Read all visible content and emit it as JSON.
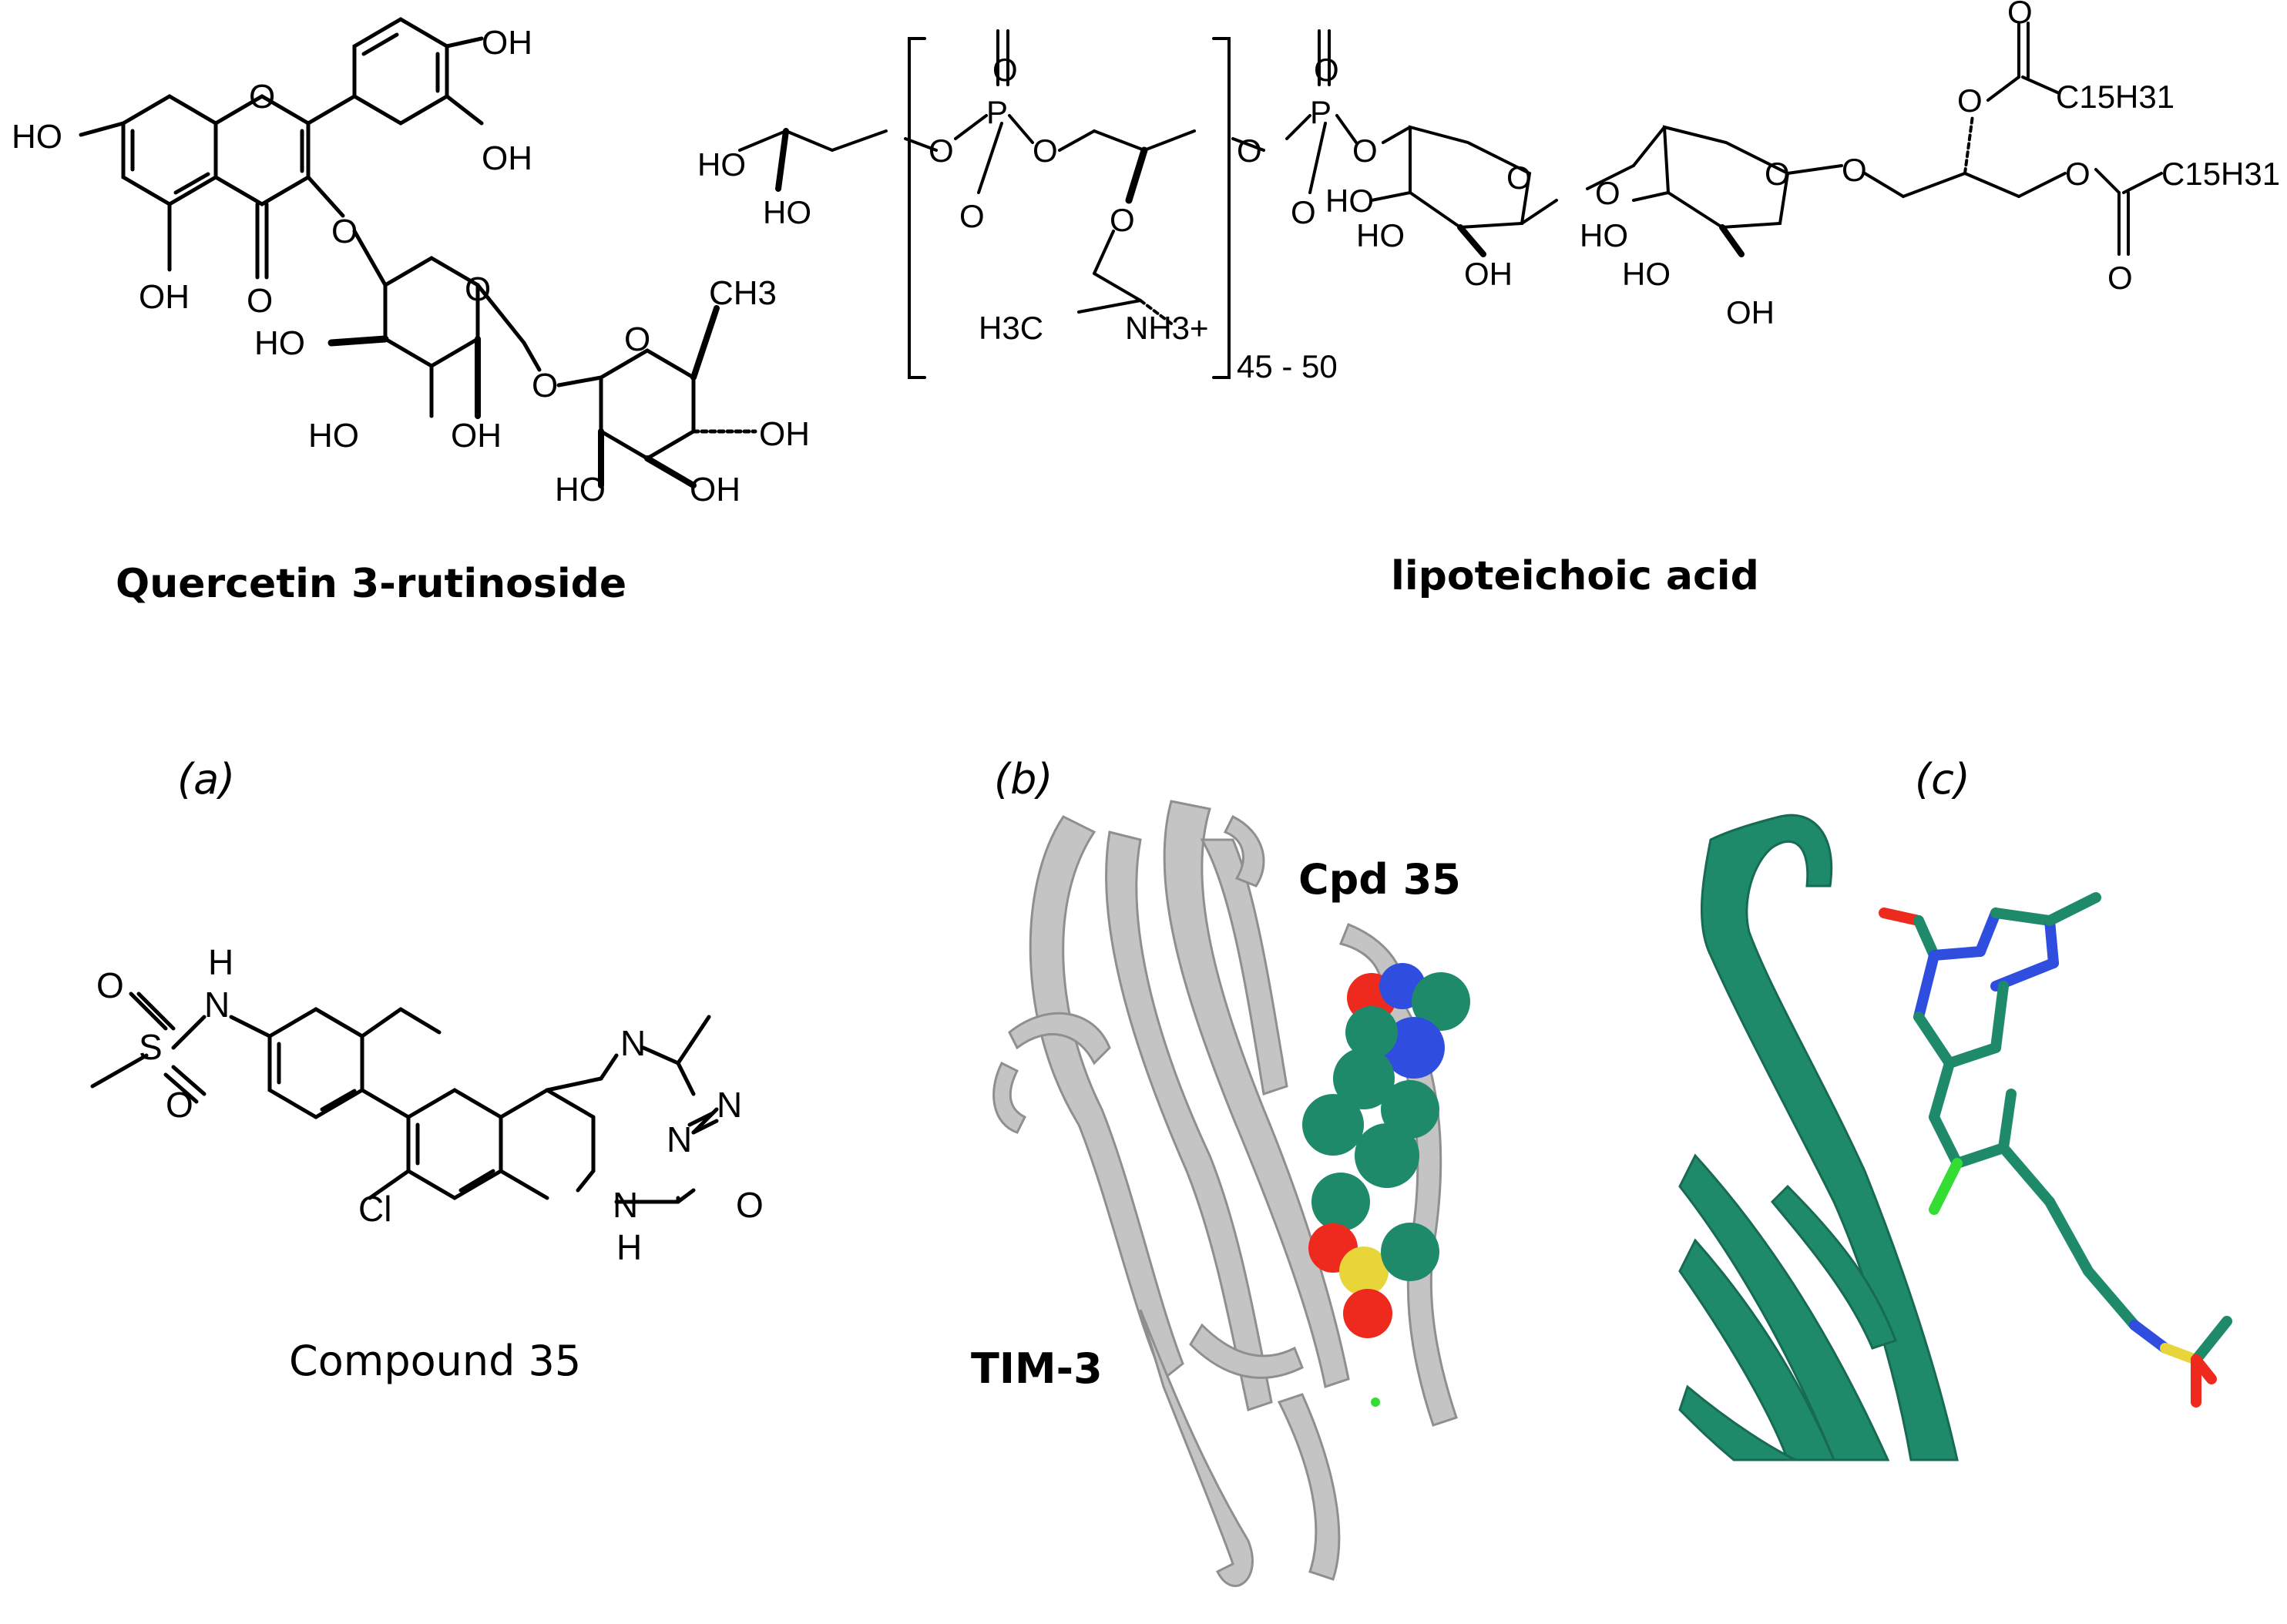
{
  "figure": {
    "top_left": {
      "name": "Quercetin 3-rutinoside",
      "atoms": {
        "oh1": "OH",
        "ho7": "HO",
        "oh2": "OH",
        "oh5": "OH",
        "ring_o1": "O",
        "ring_o2": "O",
        "ring_o3": "O",
        "ring_o4": "O",
        "keto_o": "O",
        "link_o": "O",
        "ho_a": "HO",
        "ho_b": "HO",
        "oh_c": "OH",
        "ch3": "CH3",
        "oh_d": "OH",
        "ho_e": "HO",
        "oh_f": "OH"
      }
    },
    "top_right": {
      "name": "lipoteichoic acid",
      "repeat": "45 - 50",
      "atoms": {
        "ho1": "HO",
        "ho2": "HO",
        "o1": "O",
        "p1": "P",
        "o2": "O",
        "o3": "O",
        "o4": "O",
        "o5": "O",
        "h3c": "H3C",
        "nh3": "NH3+",
        "o6": "O",
        "p2": "P",
        "o7": "O",
        "o8": "O",
        "o9": "O",
        "ho3": "HO",
        "ho4": "HO",
        "oh5": "OH",
        "o10": "O",
        "o11": "O",
        "ho6": "HO",
        "ho7": "HO",
        "oh8": "OH",
        "o12": "O",
        "o13": "O",
        "o14": "O",
        "o15": "O",
        "o16": "O",
        "o17": "O",
        "c15h31a": "C15H31",
        "c15h31b": "C15H31"
      }
    },
    "panel_a": {
      "label": "(a)",
      "name": "Compound 35",
      "atoms": {
        "h_nh": "H",
        "n_nh": "N",
        "o_s1": "O",
        "s": "S",
        "o_s2": "O",
        "n1": "N",
        "n2": "N",
        "n3": "N",
        "cl": "Cl",
        "nh_n": "N",
        "nh_h": "H",
        "o_keto": "O"
      }
    },
    "panel_b": {
      "label": "(b)",
      "ligand_label": "Cpd 35",
      "protein_label": "TIM-3"
    },
    "panel_c": {
      "label": "(c)"
    },
    "colors": {
      "protein_gray": "#b9b9b9",
      "carbon_green": "#1e8a6a",
      "oxygen_red": "#ee2a1f",
      "nitrogen_blue": "#2f4ee0",
      "sulfur_yellow": "#e7d53a",
      "chlorine_green": "#33dd33"
    }
  }
}
